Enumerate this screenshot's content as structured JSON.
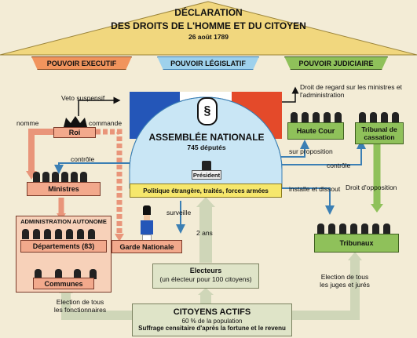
{
  "title": {
    "line1": "DÉCLARATION",
    "line2": "DES DROITS DE L'HOMME ET DU CITOYEN",
    "date": "26 août 1789"
  },
  "powers": {
    "executif": "POUVOIR EXECUTIF",
    "legislatif": "POUVOIR LÉGISLATIF",
    "judiciaire": "POUVOIR JUDICIAIRE"
  },
  "assemblee": {
    "name": "ASSEMBLÉE NATIONALE",
    "deputes": "745 députés",
    "president": "Président",
    "domains": "Politique étrangère, traités, forces armées"
  },
  "executive": {
    "roi": "Roi",
    "ministres": "Ministres",
    "admin_title": "ADMINISTRATION AUTONOME",
    "departements": "Départements (83)",
    "communes": "Communes",
    "garde": "Garde Nationale"
  },
  "judiciary": {
    "haute_cour": "Haute Cour",
    "cassation": "Tribunal de cassation",
    "tribunaux": "Tribunaux"
  },
  "electeurs": {
    "title": "Electeurs",
    "sub": "(un électeur pour 100 citoyens)"
  },
  "citoyens": {
    "title": "CITOYENS ACTIFS",
    "line1": "60 % de la population",
    "line2": "Suffrage censitaire d'après la fortune et le revenu"
  },
  "labels": {
    "veto": "Veto suspensif",
    "nomme": "nomme",
    "commande": "commande",
    "controle_left": "contrôle",
    "surveille": "surveille",
    "deux_ans": "2 ans",
    "droit_regard": "Droit de regard sur les ministres et l'administration",
    "sur_proposition": "sur proposition",
    "controle_right": "contrôle",
    "installe": "installe et dissout",
    "droit_opposition": "Droit d'opposition",
    "election_fonctionnaires": "Election de tous les fonctionnaires",
    "election_juges": "Election de tous les juges et jurés"
  },
  "colors": {
    "background": "#f3ecd6",
    "roof": "#f1d77e",
    "salmon": "#f2a98c",
    "green": "#8fc15a",
    "blue": "#9ed1ec",
    "hemicycle": "#c9e6f5",
    "tricolor_blue": "#2456b8",
    "tricolor_red": "#e44a2a",
    "yellow": "#f6e76c"
  }
}
